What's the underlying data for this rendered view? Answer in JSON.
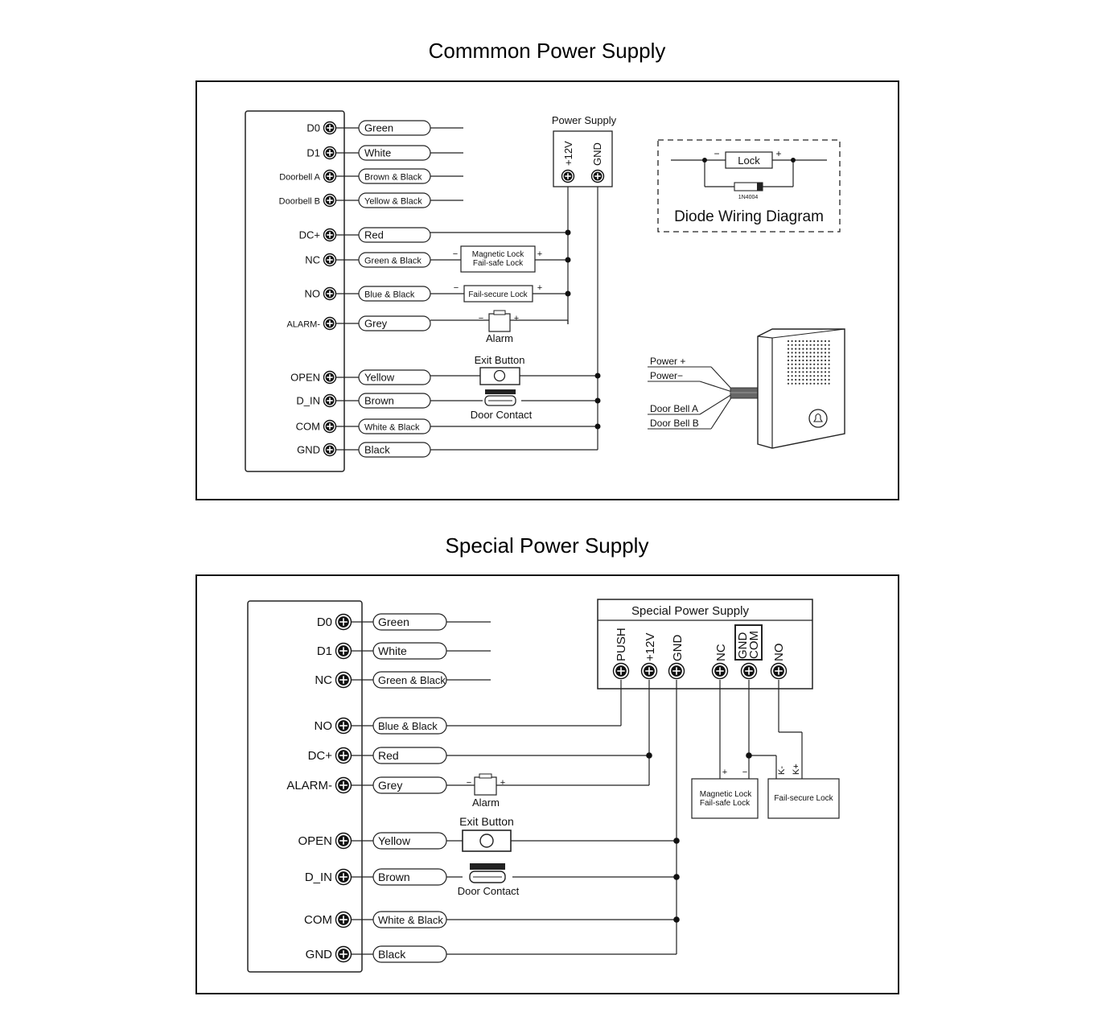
{
  "title_common": "Commmon Power Supply",
  "title_special": "Special Power Supply",
  "common": {
    "terminals": [
      "D0",
      "D1",
      "Doorbell A",
      "Doorbell B",
      "DC+",
      "NC",
      "NO",
      "ALARM-",
      "OPEN",
      "D_IN",
      "COM",
      "GND"
    ],
    "wires": [
      "Green",
      "White",
      "Brown & Black",
      "Yellow & Black",
      "Red",
      "Green & Black",
      "Blue & Black",
      "Grey",
      "Yellow",
      "Brown",
      "White & Black",
      "Black"
    ],
    "power_supply": {
      "title": "Power Supply",
      "pos": "+12V",
      "gnd": "GND"
    },
    "maglock_line1": "Magnetic Lock",
    "maglock_line2": "Fail-safe Lock",
    "failsecure": "Fail-secure Lock",
    "alarm": "Alarm",
    "exit_button": "Exit Button",
    "door_contact": "Door Contact",
    "minus": "−",
    "plus": "+",
    "diode": {
      "lock": "Lock",
      "part": "1N4004",
      "caption": "Diode Wiring Diagram"
    },
    "doorbell": {
      "power_plus": "Power +",
      "power_minus": "Power−",
      "bell_a": "Door Bell  A",
      "bell_b": "Door Bell  B"
    }
  },
  "special": {
    "terminals": [
      "D0",
      "D1",
      "NC",
      "NO",
      "DC+",
      "ALARM-",
      "OPEN",
      "D_IN",
      "COM",
      "GND"
    ],
    "wires": [
      "Green",
      "White",
      "Green & Black",
      "Blue & Black",
      "Red",
      "Grey",
      "Yellow",
      "Brown",
      "White & Black",
      "Black"
    ],
    "psu_title": "Special Power Supply",
    "psu_terminals": [
      "PUSH",
      "+12V",
      "GND",
      "NC",
      "GND",
      "COM",
      "NO"
    ],
    "alarm": "Alarm",
    "exit_button": "Exit Button",
    "door_contact": "Door Contact",
    "maglock_line1": "Magnetic Lock",
    "maglock_line2": "Fail-safe Lock",
    "failsecure": "Fail-secure Lock",
    "plus": "+",
    "minus": "−",
    "k_minus": "K-",
    "k_plus": "K+"
  }
}
